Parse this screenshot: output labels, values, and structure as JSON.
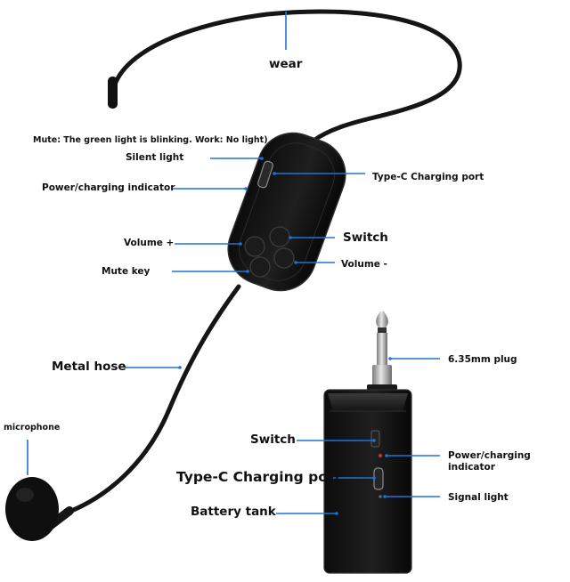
{
  "labels": {
    "wear": "wear",
    "mute_note": "Mute: The green light is blinking. Work: No light)",
    "silent_light": "Silent light",
    "power_indicator_headset": "Power/charging indicator",
    "volume_plus": "Volume +",
    "mute_key": "Mute key",
    "switch_headset": "Switch",
    "volume_minus": "Volume -",
    "type_c_headset": "Type-C Charging port",
    "metal_hose": "Metal hose",
    "microphone": "microphone",
    "plug": "6.35mm plug",
    "switch_receiver": "Switch",
    "power_indicator_receiver_line1": "Power/charging",
    "power_indicator_receiver_line2": "indicator",
    "type_c_receiver": "Type-C Charging port",
    "signal_light": "Signal light",
    "battery_tank": "Battery tank"
  },
  "colors": {
    "leader_line": "#1e73d8",
    "device_body": "#151515",
    "device_edge": "#3a3a3a",
    "plug_metal": "#b8b8b8"
  }
}
